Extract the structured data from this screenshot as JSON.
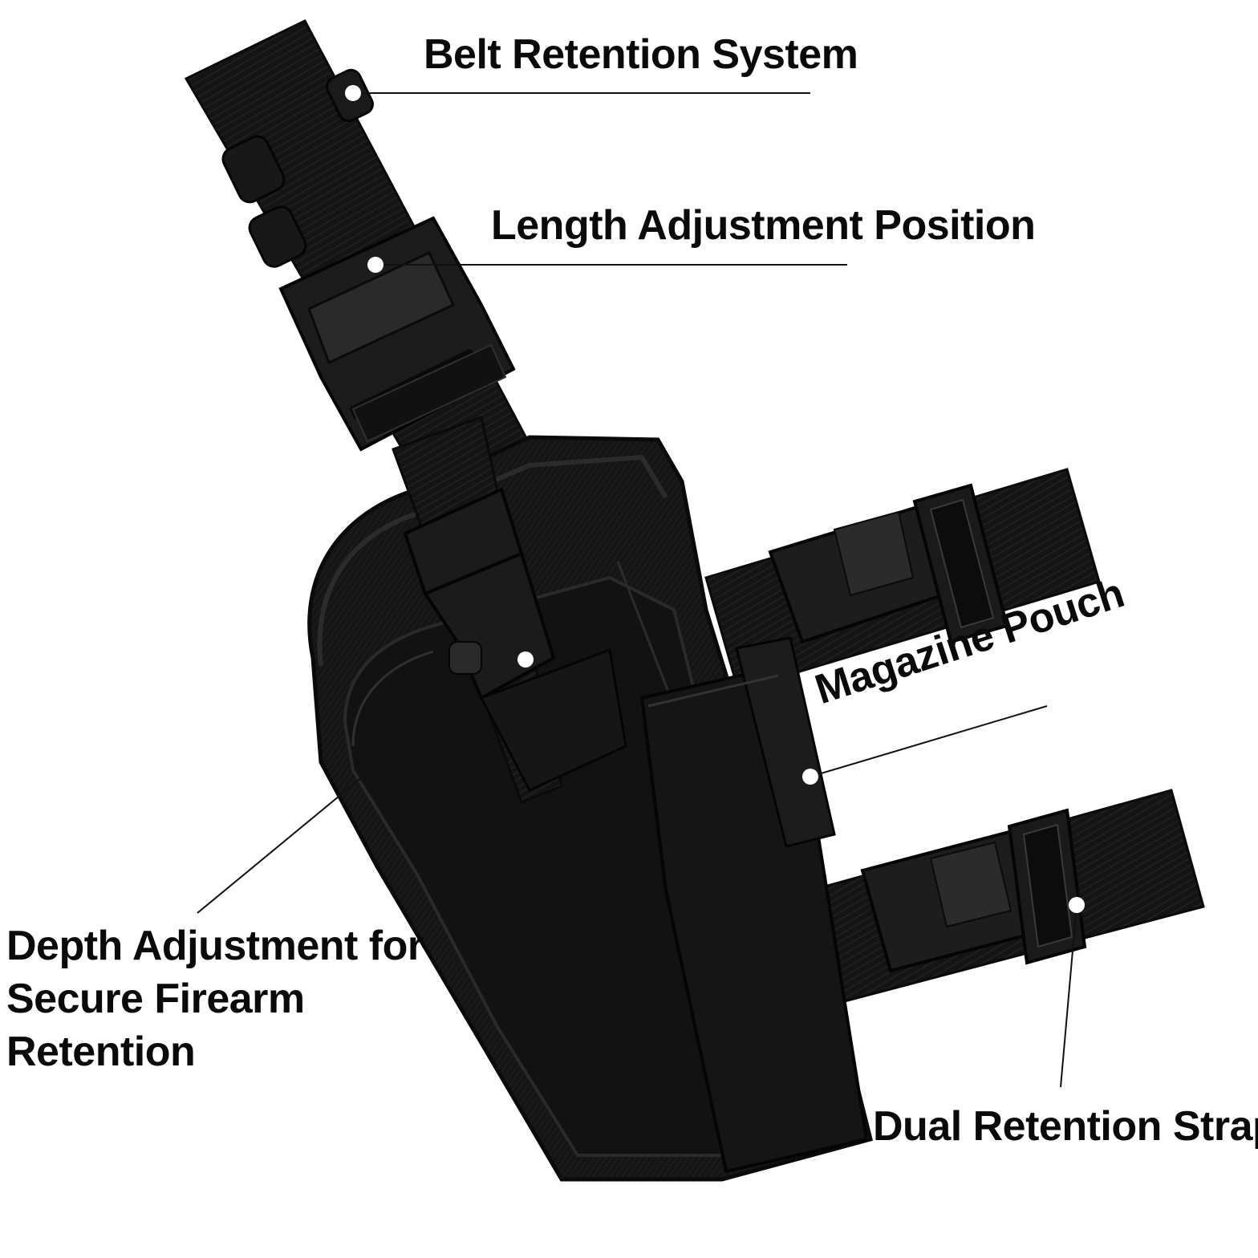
{
  "callouts": {
    "belt_retention": "Belt Retention System",
    "length_adjustment": "Length Adjustment Position",
    "magazine_pouch": "Magazine Pouch",
    "depth_adjustment": {
      "line1": "Depth Adjustment for",
      "line2": "Secure Firearm",
      "line3": "Retention"
    },
    "dual_retention": "Dual Retention Straps"
  },
  "colors": {
    "background": "#ffffff",
    "fabric": "#141414",
    "fabric_shade": "#0b0b0b",
    "fabric_highlight": "#2a2a2a",
    "buckle": "#1c1c1c",
    "callout_line": "#111111",
    "callout_dot": "#ffffff"
  }
}
